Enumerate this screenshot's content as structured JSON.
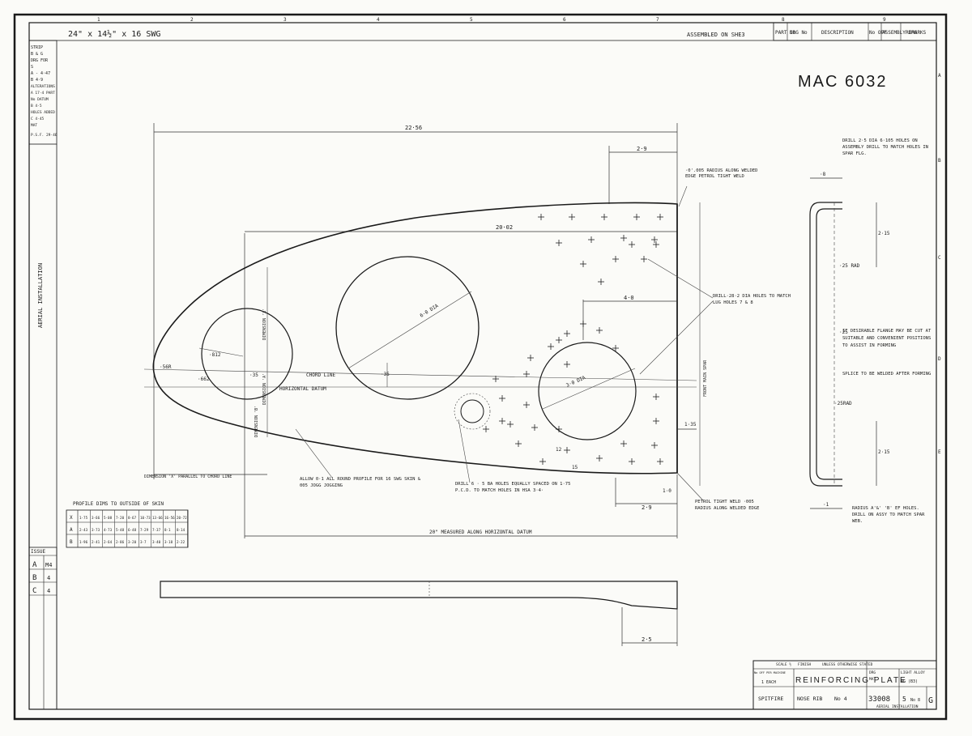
{
  "drawing": {
    "material": "24\" x 14½\" x 16 SWG",
    "assembled_on": "ASSEMBLED ON SHE3",
    "mac_number": "MAC  6032",
    "side_title": "AERIAL INSTALLATION",
    "header_cols": [
      "PART No",
      "DRG No",
      "DESCRIPTION",
      "No OFF",
      "ASSEMBLY DRG",
      "REMARKS"
    ],
    "grid_numbers": [
      "1",
      "2",
      "3",
      "4",
      "5",
      "6",
      "7",
      "8",
      "9"
    ],
    "grid_letters": [
      "A",
      "B",
      "C",
      "D",
      "E"
    ]
  },
  "dimensions": {
    "overall_length": "22·56",
    "upper_span": "20·02",
    "bottom_span": "20\" MEASURED ALONG HORIZONTAL DATUM",
    "top_right_offset": "2·9",
    "bottom_right_offset": "2·9",
    "mid_offset": "4·0",
    "right_lower": "1·35",
    "bottom_small": "1·0",
    "left_offset": "·56R",
    "small_hole_dim": "·662",
    "hole_small_r": "·812",
    "hole_med": "6·0 DIA",
    "hole_right": "3·0 DIA",
    "chord_offset": "·35",
    "chord_offset_b": "·35",
    "bottom_strip_dim": "2·5",
    "side_top": "·8",
    "side_mid": "2·15",
    "side_low": "2·15",
    "side_flange": "·25",
    "side_bottom": "·1",
    "side_radius": "·25 RAD",
    "side_radius_b": "·25RAD",
    "angle_note": "12",
    "angle_note_b": "15"
  },
  "labels": {
    "chord_line": "CHORD LINE",
    "horizontal_datum": "HORIZONTAL DATUM",
    "dimension_x": "DIMENSION 'X'",
    "dimension_b": "DIMENSION 'B'",
    "dimension_a": "DIMENSION 'A'",
    "main_spar": "FRONT MAIN SPAR",
    "x_parallel": "DIMENSION 'X' PARALLEL TO CHORD LINE"
  },
  "notes": {
    "radius_top": "·0'.005 RADIUS ALONG WELDED EDGE PETROL TIGHT WELD",
    "drill_spar": "DRILL 2·5 DIA 6·105 HOLES ON ASSEMBLY DRILL TO MATCH HOLES IN SPAR FLG.",
    "drill_28": "DRILL·28·2 DIA HOLES TO MATCH LUG HOLES 7 & 8",
    "flange_note": "IF DESIRABLE FLANGE MAY BE CUT AT SUITABLE AND CONVENIENT POSITIONS TO ASSIST IN FORMING",
    "weld_note": "SPLICE TO BE WELDED AFTER FORMING",
    "allow_note": "ALLOW 0·1 ALL ROUND PROFILE FOR 16 SWG SKIN & 005 JOGG JOGGING",
    "drill_equally": "DRILL 6 · 5 BA HOLES EQUALLY SPACED ON 1·75 P.C.D. TO MATCH HOLES IN HSA 3·4·",
    "petrol_weld": "PETROL TIGHT WELD ·005 RADIUS ALONG WELDED EDGE",
    "radius_ab": "RADIUS A'&' 'B' EF HOLES. DRILL ON ASSY TO MATCH SPAR WEB."
  },
  "profile_table": {
    "title": "PROFILE DIMS TO OUTSIDE OF SKIN",
    "rows": [
      {
        "label": "X",
        "cells": [
          "1·75",
          "3·66",
          "5·08",
          "7·20",
          "8·67",
          "10·73",
          "13·66",
          "16·56",
          "20·72"
        ]
      },
      {
        "label": "A",
        "cells": [
          "2·43",
          "3·73",
          "4·73",
          "5·48",
          "6·48",
          "7·29",
          "7·37",
          "8·1",
          "8·14"
        ]
      },
      {
        "label": "B",
        "cells": [
          "1·96",
          "2·41",
          "2·64",
          "2·86",
          "3·20",
          "3·7",
          "3·40",
          "3·18",
          "2·22"
        ]
      }
    ]
  },
  "left_strip": {
    "rows": [
      "STRIP",
      "B & G",
      "DRG FOR",
      "S",
      "A - 4·47",
      "B 4·9",
      "ALTERATIONS",
      "A 17·4 PART",
      "No DATUM",
      "B 4·5",
      "HOLES ADDED",
      "C 4·45",
      "MAT",
      "P.S.F. 29·46"
    ]
  },
  "issue_table": {
    "header": "ISSUE",
    "rows": [
      [
        "A",
        "M4"
      ],
      [
        "B",
        "4"
      ],
      [
        "C",
        "4"
      ]
    ]
  },
  "title_block": {
    "scale": "SCALE ½",
    "finish": "FINISH",
    "tolerance": "UNLESS OTHERWISE STATED",
    "no_off": "No OFF PER MACHINE",
    "qty": "1 EACH",
    "part_title": "REINFORCING PLATE",
    "aircraft": "SPITFIRE",
    "location": "NOSE RIB",
    "rib_no": "No 4",
    "drg_label": "DRG",
    "drawing_no": "33008",
    "sheet": "5",
    "issue": "G",
    "group": "LIGHT ALLOY",
    "spec": "4G (B3)",
    "installation": "AERIAL INSTALLATION",
    "fig": "No 8",
    "mat_label": "MAT"
  },
  "colors": {
    "ink": "#1a1a1a",
    "paper": "#fbfbf8"
  }
}
